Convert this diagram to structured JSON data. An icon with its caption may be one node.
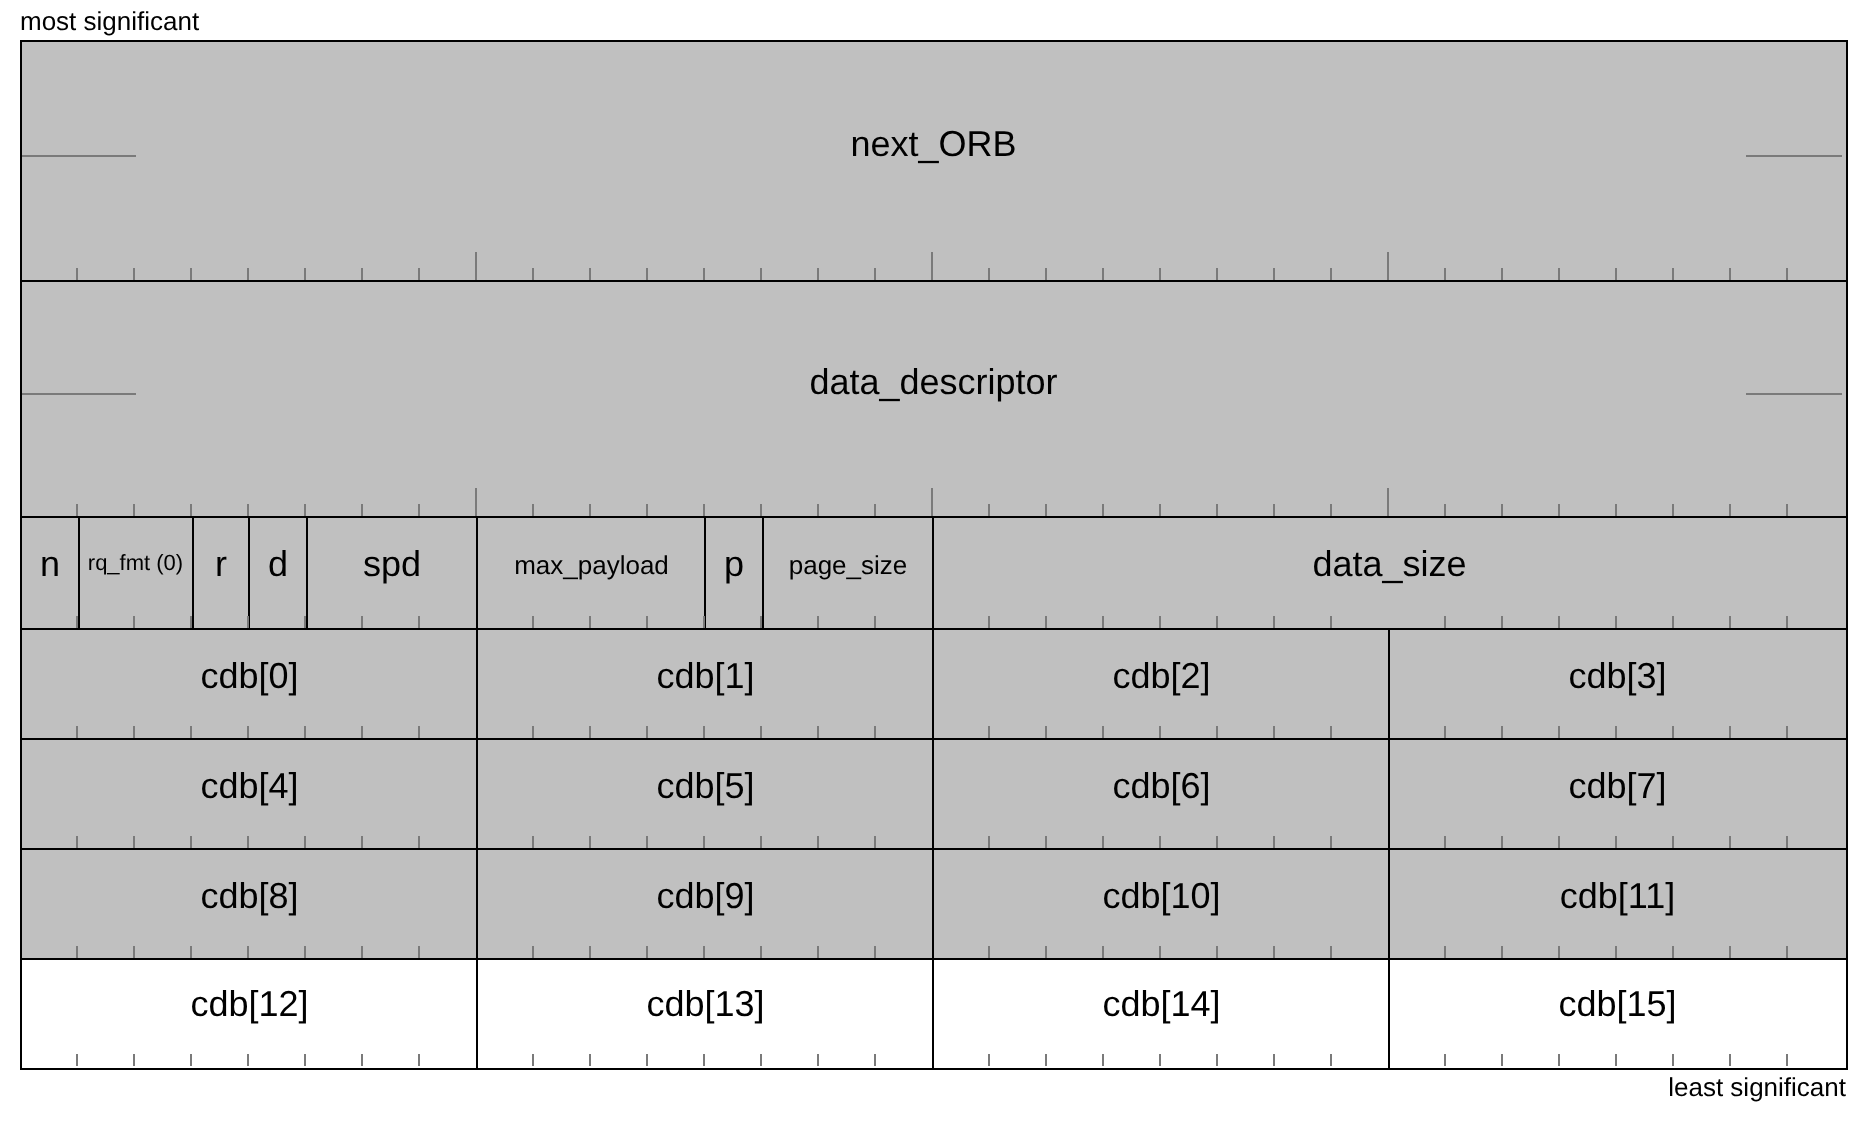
{
  "diagram": {
    "nodes": [
      {
        "text": [
          "next_ORB"
        ]
      },
      {
        "text": [
          "data_descriptor"
        ]
      },
      {
        "text": [
          "n"
        ]
      },
      {
        "text": [
          "rq_fmt (0)"
        ]
      },
      {
        "text": [
          "r"
        ]
      },
      {
        "text": [
          "d"
        ]
      },
      {
        "text": [
          "spd"
        ]
      },
      {
        "text": [
          "max_payload"
        ]
      },
      {
        "text": [
          "p"
        ]
      },
      {
        "text": [
          "page_size"
        ]
      },
      {
        "text": [
          "data_size"
        ]
      },
      {
        "text": [
          "cdb[0]"
        ]
      },
      {
        "text": [
          "cdb[1]"
        ]
      },
      {
        "text": [
          "cdb[2]"
        ]
      },
      {
        "text": [
          "cdb[3]"
        ]
      },
      {
        "text": [
          "cdb[4]"
        ]
      },
      {
        "text": [
          "cdb[5]"
        ]
      },
      {
        "text": [
          "cdb[6]"
        ]
      },
      {
        "text": [
          "cdb[7]"
        ]
      },
      {
        "text": [
          "cdb[8]"
        ]
      },
      {
        "text": [
          "cdb[9]"
        ]
      },
      {
        "text": [
          "cdb[10]"
        ]
      },
      {
        "text": [
          "cdb[11]"
        ]
      },
      {
        "text": [
          "cdb[12]"
        ]
      },
      {
        "text": [
          "cdb[13]"
        ]
      },
      {
        "text": [
          "cdb[14]"
        ]
      },
      {
        "text": [
          "cdb[15]"
        ]
      }
    ],
    "labels": [
      "most significant",
      "least significant"
    ]
  }
}
